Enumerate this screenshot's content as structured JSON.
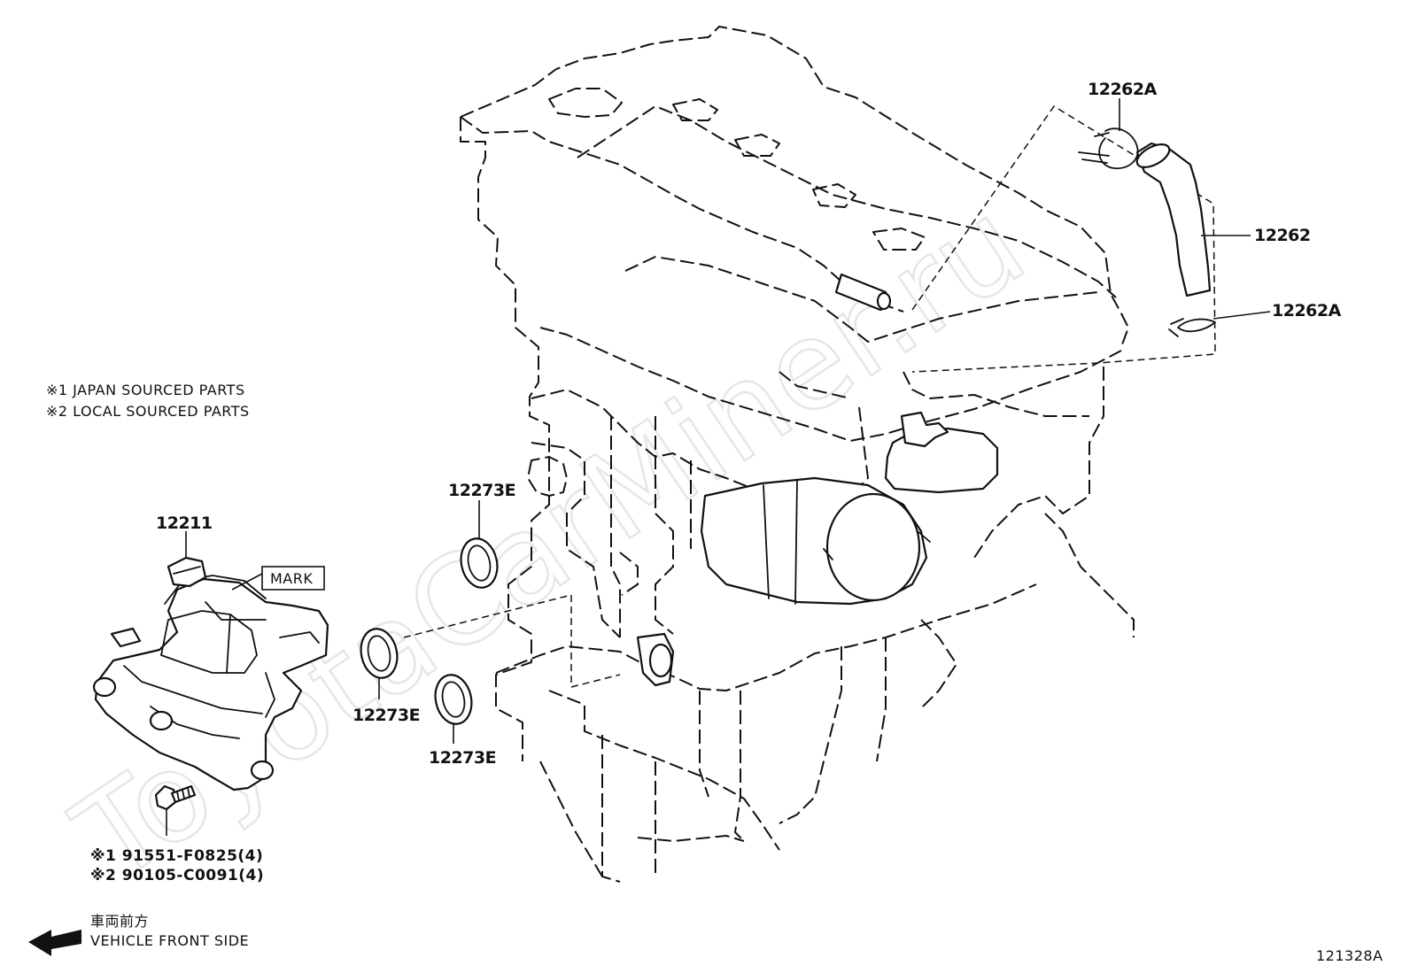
{
  "watermark": "ToyotaCarMiner.ru",
  "notes": {
    "note1": "※1 JAPAN SOURCED PARTS",
    "note2": "※2 LOCAL SOURCED PARTS"
  },
  "callouts": {
    "hose_clamp_top": "12262A",
    "hose": "12262",
    "hose_clamp_bottom": "12262A",
    "gasket_top": "12273E",
    "gasket_left": "12273E",
    "gasket_bottom": "12273E",
    "oil_separator": "12211",
    "mark": "MARK",
    "bolt_japan": "※1 91551-F0825(4)",
    "bolt_local": "※2 90105-C0091(4)"
  },
  "direction": {
    "japanese": "車両前方",
    "english": "VEHICLE FRONT SIDE"
  },
  "figure_id": "121328A"
}
